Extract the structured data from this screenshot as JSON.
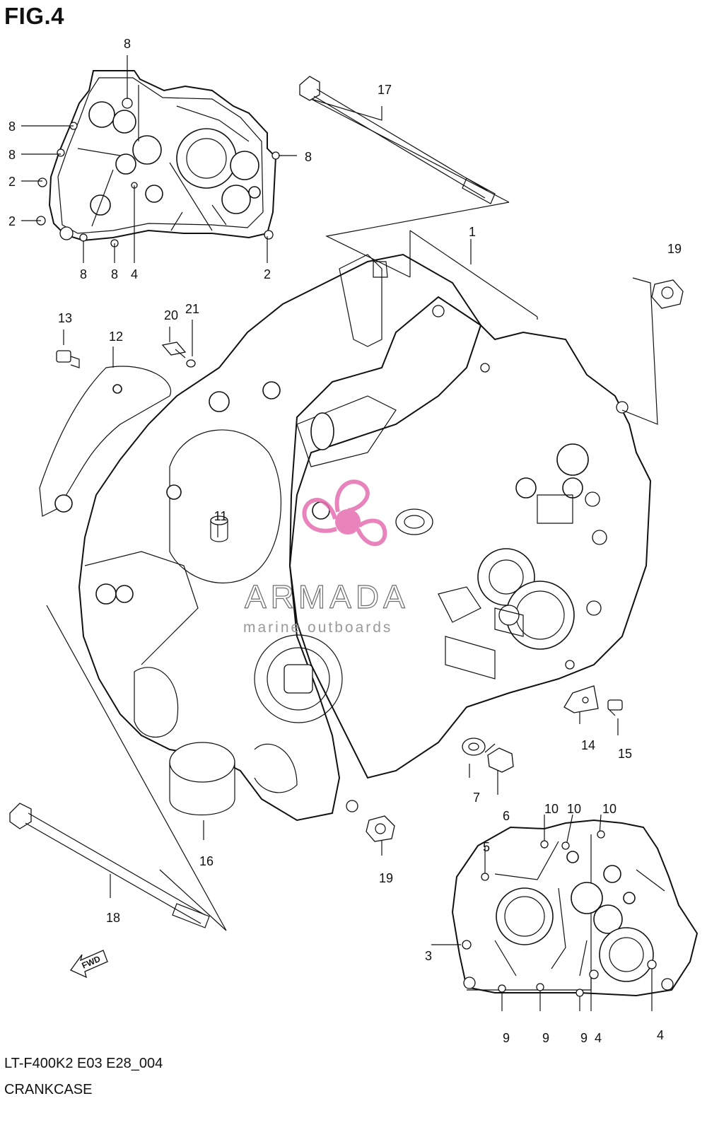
{
  "figure": {
    "title": "FIG.4",
    "code": "LT-F400K2 E03 E28_004",
    "name": "CRANKCASE"
  },
  "watermark": {
    "brand": "ARMADA",
    "tagline": "marine outboards",
    "logo_color": "#e46fb0"
  },
  "fwd_label": "FWD",
  "callouts": [
    {
      "id": "c8a",
      "text": "8"
    },
    {
      "id": "c8b",
      "text": "8"
    },
    {
      "id": "c8c",
      "text": "8"
    },
    {
      "id": "c8d",
      "text": "8"
    },
    {
      "id": "c8e",
      "text": "8"
    },
    {
      "id": "c8f",
      "text": "8"
    },
    {
      "id": "c2a",
      "text": "2"
    },
    {
      "id": "c2b",
      "text": "2"
    },
    {
      "id": "c2c",
      "text": "2"
    },
    {
      "id": "c4a",
      "text": "4"
    },
    {
      "id": "c17",
      "text": "17"
    },
    {
      "id": "c1",
      "text": "1"
    },
    {
      "id": "c19a",
      "text": "19"
    },
    {
      "id": "c13",
      "text": "13"
    },
    {
      "id": "c12",
      "text": "12"
    },
    {
      "id": "c20",
      "text": "20"
    },
    {
      "id": "c21",
      "text": "21"
    },
    {
      "id": "c11",
      "text": "11"
    },
    {
      "id": "c14",
      "text": "14"
    },
    {
      "id": "c15",
      "text": "15"
    },
    {
      "id": "c7",
      "text": "7"
    },
    {
      "id": "c6",
      "text": "6"
    },
    {
      "id": "c16",
      "text": "16"
    },
    {
      "id": "c19b",
      "text": "19"
    },
    {
      "id": "c18",
      "text": "18"
    },
    {
      "id": "c10a",
      "text": "10"
    },
    {
      "id": "c10b",
      "text": "10"
    },
    {
      "id": "c10c",
      "text": "10"
    },
    {
      "id": "c5",
      "text": "5"
    },
    {
      "id": "c3",
      "text": "3"
    },
    {
      "id": "c9a",
      "text": "9"
    },
    {
      "id": "c9b",
      "text": "9"
    },
    {
      "id": "c9c",
      "text": "9"
    },
    {
      "id": "c4b",
      "text": "4"
    },
    {
      "id": "c4c",
      "text": "4"
    }
  ]
}
